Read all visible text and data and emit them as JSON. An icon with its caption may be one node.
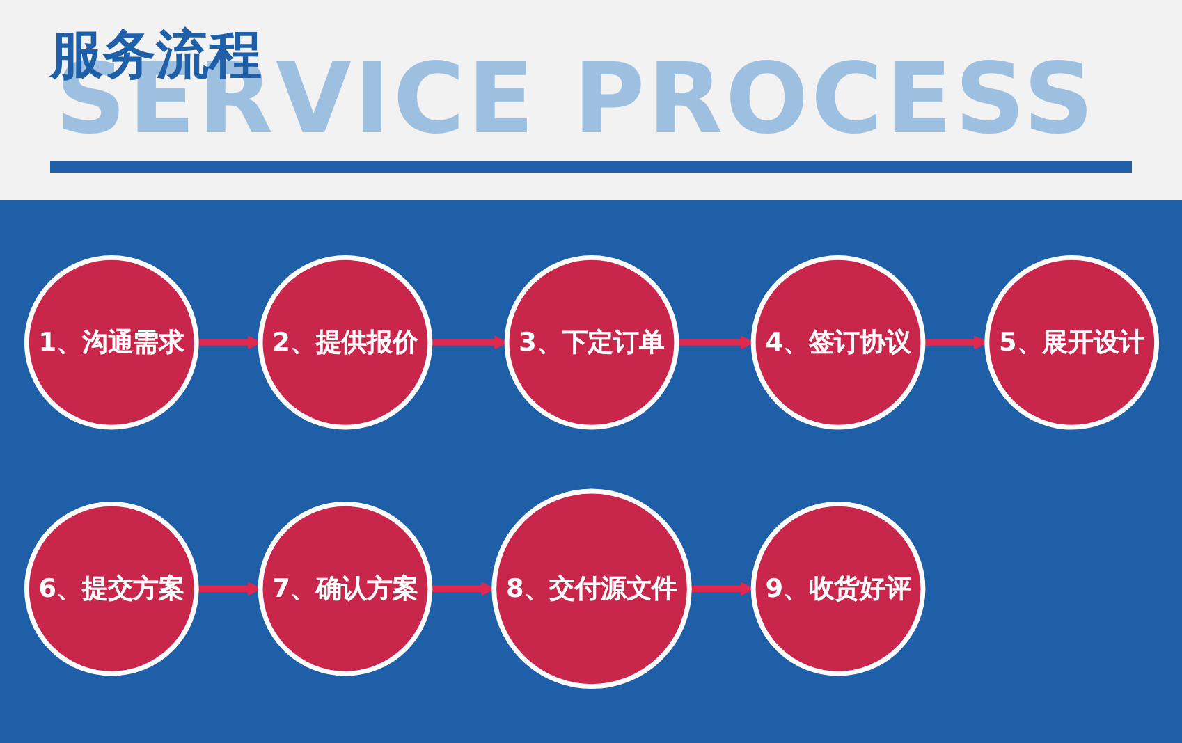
{
  "diagram": {
    "title": "服务流程",
    "nodes": [
      {
        "text": [
          "1、沟通需求"
        ]
      },
      {
        "text": [
          "2、提供报价"
        ]
      },
      {
        "text": [
          "3、下定订单"
        ]
      },
      {
        "text": [
          "4、签订协议"
        ]
      },
      {
        "text": [
          "5、展开设计"
        ]
      },
      {
        "text": [
          "6、提交方案"
        ]
      },
      {
        "text": [
          "7、确认方案"
        ]
      },
      {
        "text": [
          "8、交付源文件"
        ]
      },
      {
        "text": [
          "9、收货好评"
        ]
      }
    ],
    "edges": [
      {
        "from": 0,
        "to": 1,
        "arrow": "to"
      },
      {
        "from": 1,
        "to": 2,
        "arrow": "to"
      },
      {
        "from": 2,
        "to": 3,
        "arrow": "to"
      },
      {
        "from": 3,
        "to": 4,
        "arrow": "to"
      },
      {
        "from": 5,
        "to": 6,
        "arrow": "to"
      },
      {
        "from": 6,
        "to": 7,
        "arrow": "to"
      },
      {
        "from": 7,
        "to": 8,
        "arrow": "to"
      }
    ],
    "labels": [
      "SERVICE PROCESS"
    ]
  }
}
